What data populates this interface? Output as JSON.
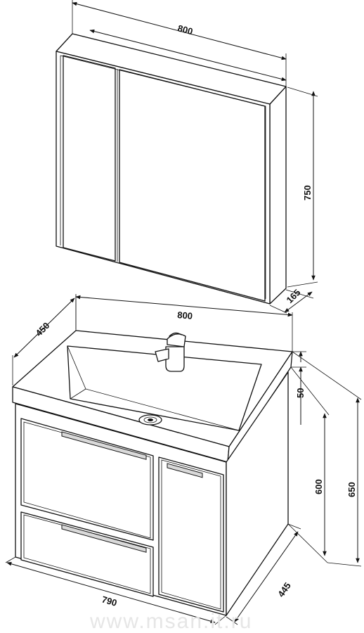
{
  "dimensions": {
    "cabinet_width": "800",
    "cabinet_height": "750",
    "cabinet_depth": "165",
    "basin_width": "800",
    "basin_depth": "450",
    "basin_thickness": "50",
    "vanity_height": "600",
    "total_height": "650",
    "vanity_width": "790",
    "vanity_depth": "445"
  },
  "watermark": "www.msan.it.ru"
}
